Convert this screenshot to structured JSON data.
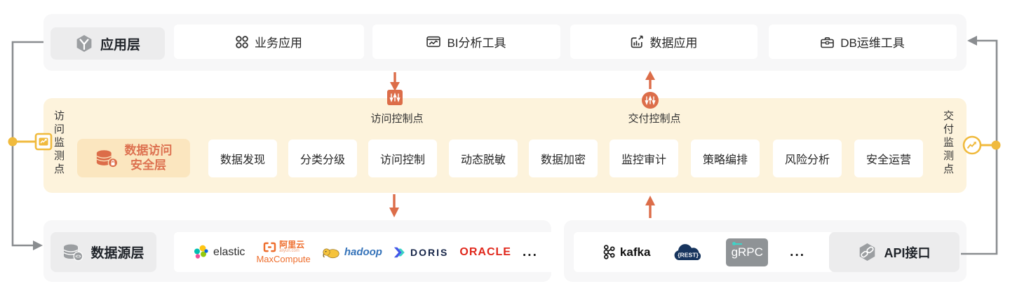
{
  "colors": {
    "accent_orange": "#DC6D49",
    "band_cream": "#FDF3DC",
    "security_badge_bg": "#FBE6BF",
    "security_text": "#DD7150",
    "monitor_yellow": "#F0BA3D",
    "connector_gray": "#8A8D90",
    "panel_gray": "#F7F7F8",
    "badge_gray": "#ECECED",
    "oracle_red": "#E0281C",
    "hadoop_blue": "#3573B9",
    "doris_navy": "#152447",
    "rest_navy": "#17355E",
    "grpc_gray": "#8F9396",
    "maxcompute_orange": "#EE6E2D"
  },
  "top_layer": {
    "label": "应用层",
    "items": [
      "业务应用",
      "BI分析工具",
      "数据应用",
      "DB运维工具"
    ]
  },
  "security_layer": {
    "badge_line1": "数据访问",
    "badge_line2": "安全层",
    "monitor_left": "访问监测点",
    "monitor_right": "交付监测点",
    "control_left": "访问控制点",
    "control_right": "交付控制点",
    "items": [
      "数据发现",
      "分类分级",
      "访问控制",
      "动态脱敏",
      "数据加密",
      "监控审计",
      "策略编排",
      "风险分析",
      "安全运营"
    ]
  },
  "source_layer": {
    "label": "数据源层",
    "logos": {
      "elastic": "elastic",
      "aliyun": "阿里云",
      "aliyun_domain": "aliyun.com",
      "maxcompute": "MaxCompute",
      "hadoop": "hadoop",
      "doris": "DORIS",
      "oracle": "ORACLE",
      "more": "..."
    }
  },
  "interface_layer": {
    "api_label": "API接口",
    "logos": {
      "kafka": "kafka",
      "rest": "{REST}",
      "grpc": "gRPC",
      "more": "..."
    }
  },
  "icons": {
    "app_layer": "hexagon-y-icon",
    "business_app": "grid-circles-icon",
    "bi_tool": "chart-window-icon",
    "data_app": "bar-chart-arrow-icon",
    "db_tool": "toolbox-icon",
    "security_db": "database-lock-icon",
    "source_db": "database-code-icon",
    "api": "hexagon-link-icon",
    "monitor": "trend-pulse-icon",
    "control_point": "sliders-icon"
  }
}
